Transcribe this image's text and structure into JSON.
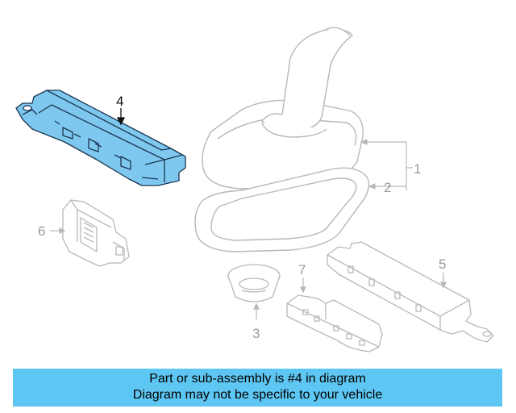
{
  "colors": {
    "highlight_fill": "#7ec8f0",
    "highlight_stroke": "#1b3550",
    "dim_stroke": "#b8b8b8",
    "dim_label": "#9a9a9a",
    "banner_bg": "#5ec6f2"
  },
  "callouts": {
    "part1": "1",
    "part2": "2",
    "part3": "3",
    "part4": "4",
    "part5": "5",
    "part6": "6",
    "part7": "7"
  },
  "banner": {
    "line1": "Part or sub-assembly is #4 in diagram",
    "line2": "Diagram may not be specific to your vehicle"
  }
}
